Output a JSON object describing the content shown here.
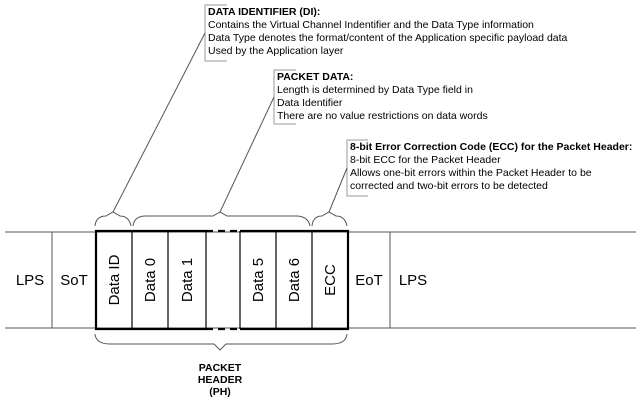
{
  "annotations": {
    "di": {
      "title": "DATA IDENTIFIER (DI):",
      "lines": [
        "Contains the Virtual Channel Indentifier and the Data Type information",
        "Data Type denotes the format/content of the Application specific payload data",
        "Used by the Application layer"
      ]
    },
    "pd": {
      "title": "PACKET DATA:",
      "lines": [
        "Length is determined by Data Type field in",
        "Data Identifier",
        "There are no value restrictions on data words"
      ]
    },
    "ecc": {
      "title": "8-bit Error Correction Code (ECC) for the Packet Header:",
      "lines": [
        "8-bit ECC for the Packet Header",
        "Allows one-bit errors within the Packet Header to be",
        "corrected and two-bit errors to be detected"
      ]
    }
  },
  "cells": {
    "lps_left": "LPS",
    "sot": "SoT",
    "data_id": "Data ID",
    "data0": "Data 0",
    "data1": "Data 1",
    "data5": "Data 5",
    "data6": "Data 6",
    "ecc": "ECC",
    "eot": "EoT",
    "lps_right": "LPS"
  },
  "packet_header": {
    "line1": "PACKET",
    "line2": "HEADER",
    "line3": "(PH)"
  }
}
